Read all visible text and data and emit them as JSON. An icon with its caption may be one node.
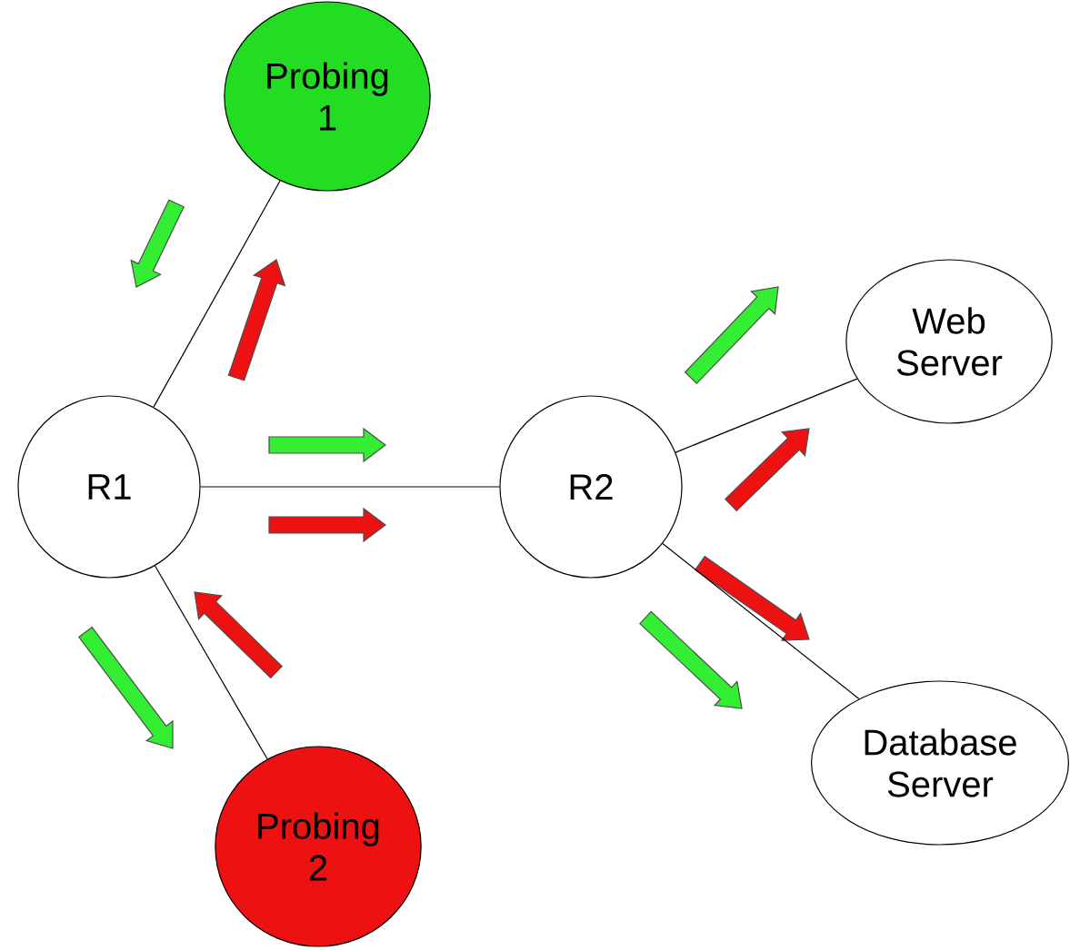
{
  "diagram": {
    "nodes": [
      {
        "text": [
          "Probing 1"
        ]
      },
      {
        "text": [
          "R1"
        ]
      },
      {
        "text": [
          "R2"
        ]
      },
      {
        "text": [
          "Web Server"
        ]
      },
      {
        "text": [
          "Database Server"
        ]
      },
      {
        "text": [
          "Probing 2"
        ]
      }
    ],
    "edges": [
      {
        "from": 1,
        "to": 0,
        "arrow": "none"
      },
      {
        "from": 1,
        "to": 2,
        "arrow": "none"
      },
      {
        "from": 2,
        "to": 3,
        "arrow": "none"
      },
      {
        "from": 2,
        "to": 4,
        "arrow": "none"
      },
      {
        "from": 1,
        "to": 5,
        "arrow": "none"
      }
    ]
  }
}
